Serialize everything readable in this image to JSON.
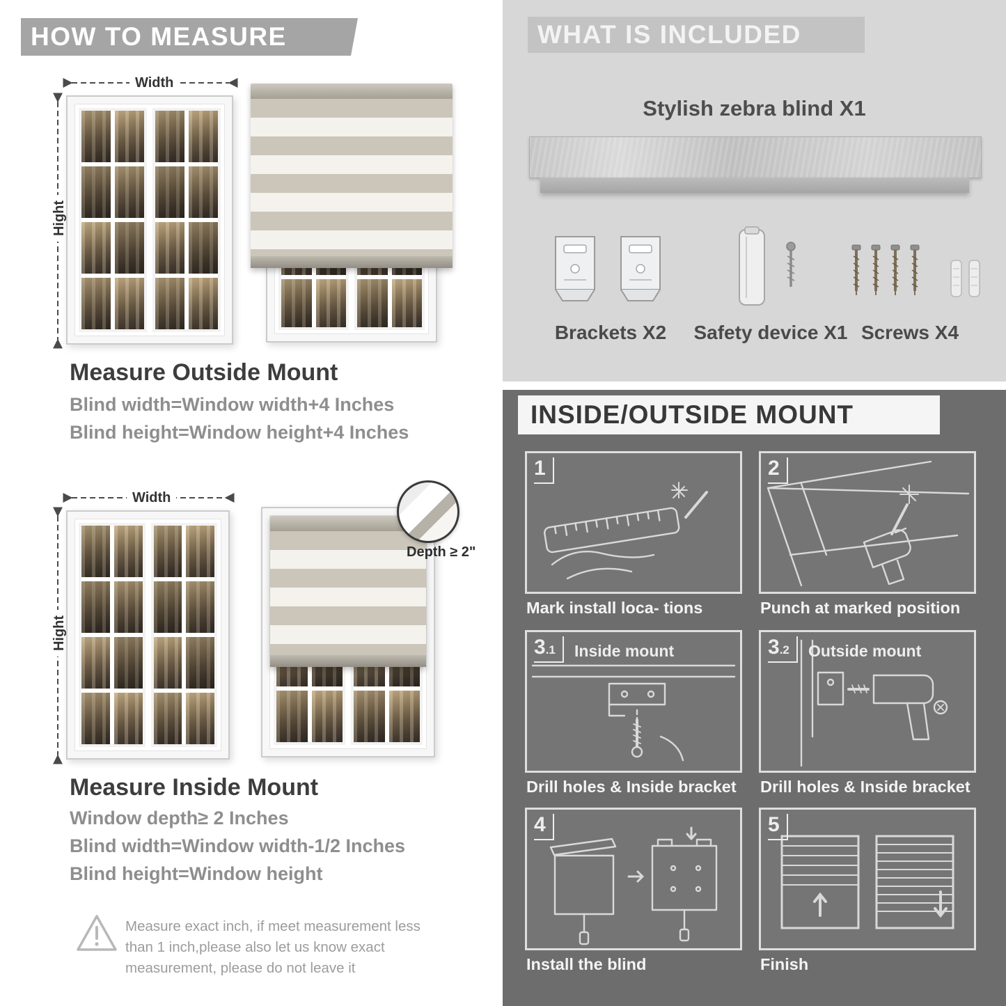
{
  "how_to_measure": {
    "header": "HOW TO MEASURE",
    "width_label": "Width",
    "height_label": "Hight",
    "outside": {
      "heading": "Measure Outside Mount",
      "lines": [
        "Blind width=Window width+4 Inches",
        "Blind height=Window height+4 Inches"
      ]
    },
    "inside": {
      "depth_label": "Depth ≥ 2\"",
      "heading": "Measure Inside Mount",
      "lines": [
        "Window depth≥ 2 Inches",
        "Blind width=Window width-1/2 Inches",
        "Blind height=Window height"
      ]
    },
    "warning": [
      "Measure exact inch, if meet measurement less",
      "than 1 inch,please also let us know exact",
      "measurement, please do not leave it"
    ]
  },
  "included": {
    "header": "WHAT IS INCLUDED",
    "product": "Stylish zebra blind X1",
    "items": [
      "Brackets X2",
      "Safety device X1",
      "Screws X4"
    ]
  },
  "mount": {
    "header": "INSIDE/OUTSIDE MOUNT",
    "steps": [
      {
        "num": "1",
        "sub": "",
        "label": "",
        "caption": "Mark install loca- tions"
      },
      {
        "num": "2",
        "sub": "",
        "label": "",
        "caption": "Punch at  marked position"
      },
      {
        "num": "3",
        "sub": ".1",
        "label": "Inside mount",
        "caption": "Drill holes &  Inside bracket"
      },
      {
        "num": "3",
        "sub": ".2",
        "label": "Outside mount",
        "caption": "Drill holes &  Inside bracket"
      },
      {
        "num": "4",
        "sub": "",
        "label": "",
        "caption": "Install the blind"
      },
      {
        "num": "5",
        "sub": "",
        "label": "",
        "caption": "Finish"
      }
    ]
  },
  "colors": {
    "banner_gray": "#a5a5a5",
    "included_bg": "#d7d7d7",
    "mount_bg": "#6d6d6d",
    "stripe_beige": "#cbc6b9",
    "stripe_light": "#f4f2ec"
  }
}
